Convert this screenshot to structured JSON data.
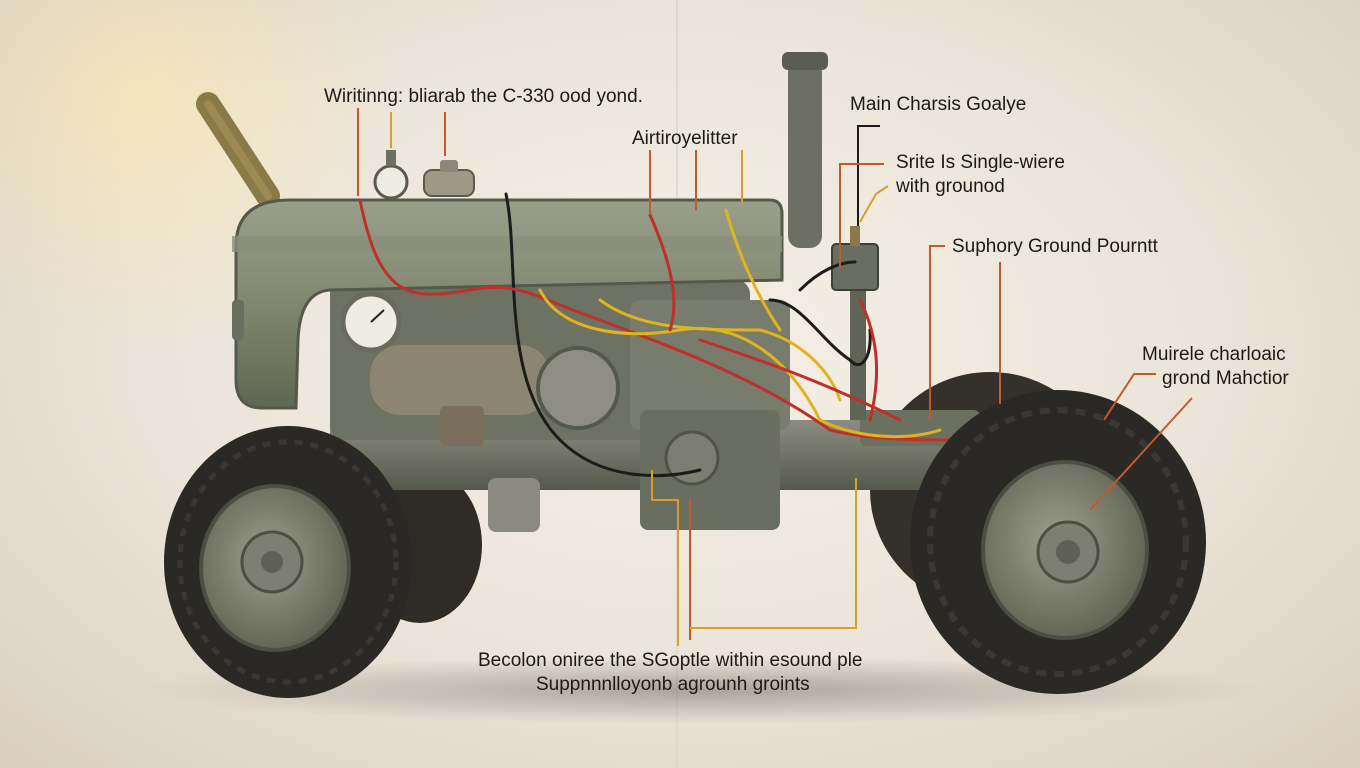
{
  "labels": {
    "title_line": "Wiritinng: bliarab the C-330 ood yond.",
    "air_filter": "Airtiroyelitter",
    "main_chassis": "Main Charsis Goalye",
    "single_wire_1": "Srite Is Single-wiere",
    "single_wire_2": "with grounod",
    "sup_ground": "Suphory Ground Pourntt",
    "multi_1": "Muirele charloaic",
    "multi_2": "grond Mahctior",
    "bottom_1": "Becolon oniree the SGoptle within esound ple",
    "bottom_2": "Suppnnnlloyonb agrounh groints"
  },
  "colors": {
    "leader": "#c25a2a",
    "leader_gold": "#d8a028",
    "body_paint": "#7f8672",
    "tire": "#2b2926",
    "wire_red": "#c0302a",
    "wire_yellow": "#e0b420",
    "wire_black": "#1c1c1c"
  }
}
